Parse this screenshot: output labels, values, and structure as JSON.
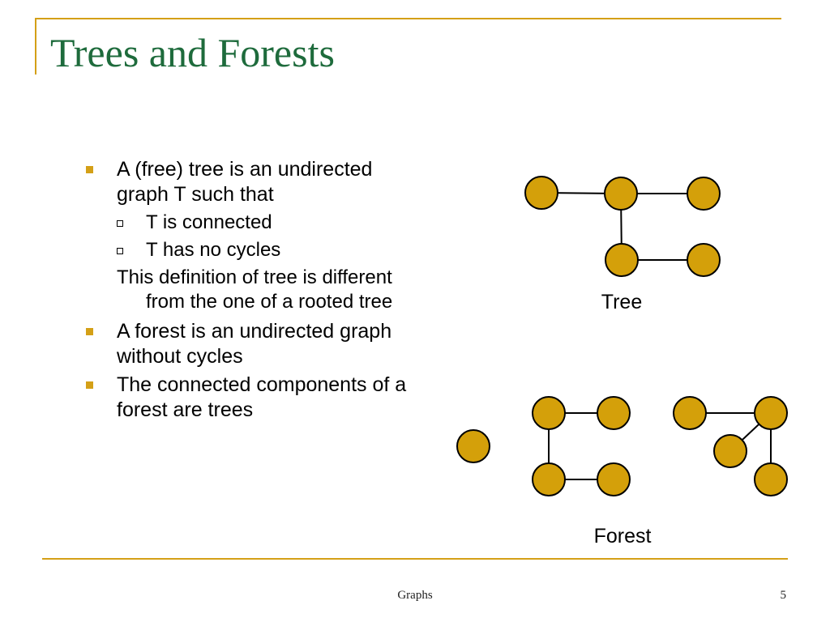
{
  "title": "Trees and Forests",
  "bullets": {
    "b1": "A (free) tree is an undirected graph T such that",
    "sub1": "T is connected",
    "sub2": "T has no cycles",
    "note": "This definition of tree is different from the one of a rooted tree",
    "b2": "A forest is an undirected graph without cycles",
    "b3": "The connected components of a forest are trees"
  },
  "diagram": {
    "tree_label": "Tree",
    "forest_label": "Forest",
    "node_color": "#d4a00a",
    "edge_color": "#000000"
  },
  "footer": {
    "text": "Graphs",
    "page": "5"
  },
  "colors": {
    "accent": "#d4a017",
    "title": "#1e6b3c"
  }
}
